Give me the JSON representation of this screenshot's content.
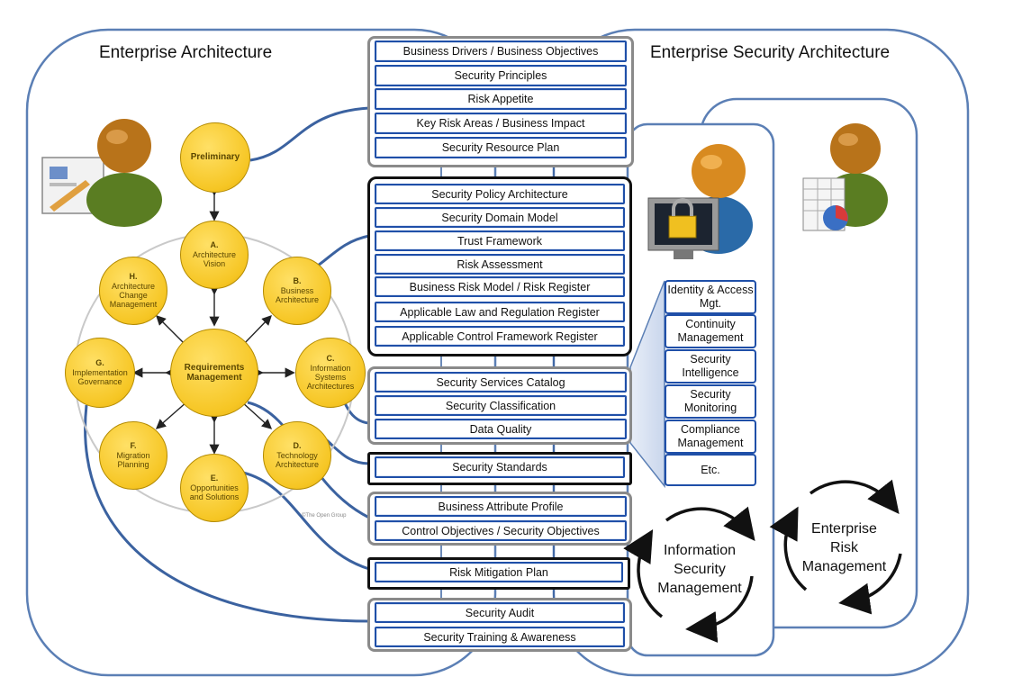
{
  "titles": {
    "left": "Enterprise Architecture",
    "right": "Enterprise Security Architecture"
  },
  "adm": {
    "preliminary": "Preliminary",
    "center": "Requirements Management",
    "phases": [
      {
        "code": "A.",
        "label": "Architecture Vision"
      },
      {
        "code": "B.",
        "label": "Business Architecture"
      },
      {
        "code": "C.",
        "label": "Information Systems Architectures"
      },
      {
        "code": "D.",
        "label": "Technology Architecture"
      },
      {
        "code": "E.",
        "label": "Opportunities and Solutions"
      },
      {
        "code": "F.",
        "label": "Migration Planning"
      },
      {
        "code": "G.",
        "label": "Implementation Governance"
      },
      {
        "code": "H.",
        "label": "Architecture Change Management"
      }
    ],
    "copyright": "©The Open Group"
  },
  "groups": [
    {
      "items": [
        "Business Drivers / Business Objectives",
        "Security Principles",
        "Risk Appetite",
        "Key Risk Areas / Business Impact",
        "Security Resource Plan"
      ]
    },
    {
      "items": [
        "Security Policy Architecture",
        "Security Domain Model",
        "Trust Framework",
        "Risk Assessment",
        "Business Risk Model / Risk Register",
        "Applicable Law and Regulation Register",
        "Applicable Control Framework Register"
      ]
    },
    {
      "items": [
        "Security Services Catalog",
        "Security Classification",
        "Data Quality"
      ]
    },
    {
      "items": [
        "Security Standards"
      ]
    },
    {
      "items": [
        "Business Attribute Profile",
        "Control Objectives / Security Objectives"
      ]
    },
    {
      "items": [
        "Risk Mitigation Plan"
      ]
    },
    {
      "items": [
        "Security Audit",
        "Security Training & Awareness"
      ]
    }
  ],
  "services": [
    "Identity & Access Mgt.",
    "Continuity Management",
    "Security Intelligence",
    "Security Monitoring",
    "Compliance Management",
    "Etc."
  ],
  "cycles": {
    "ism": "Information Security Management",
    "erm": "Enterprise Risk Management"
  },
  "icons": [
    "architect-person-icon",
    "security-person-icon",
    "risk-person-icon",
    "lock-icon",
    "spreadsheet-icon"
  ],
  "colors": {
    "item_border": "#1f4fa8",
    "connector": "#3b62a0",
    "node_fill": "#f6c624",
    "frame": "#5b7fb5"
  }
}
